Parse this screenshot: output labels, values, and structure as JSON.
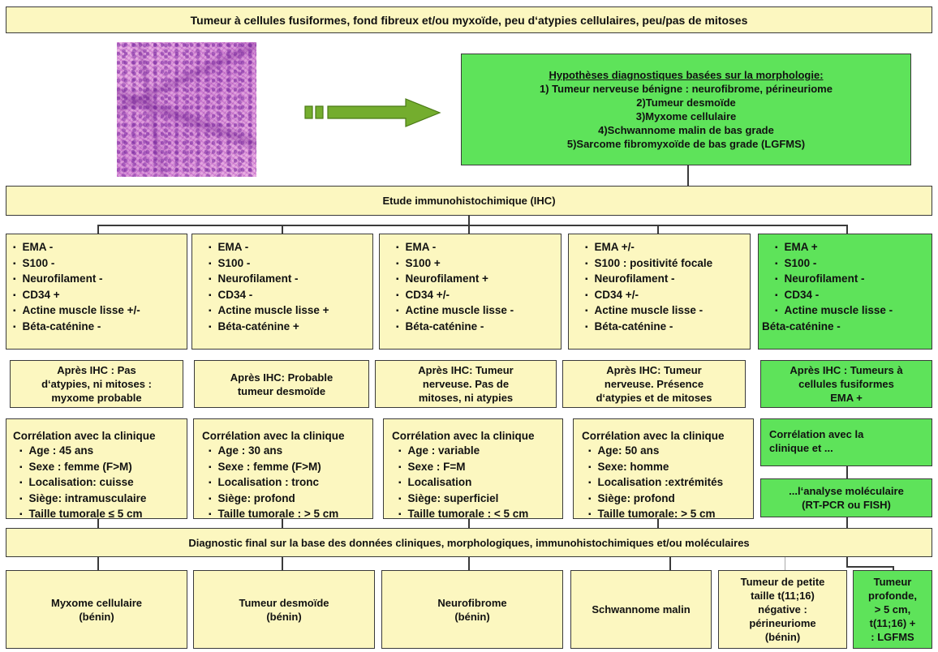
{
  "header": "Tumeur à cellules fusiformes, fond fibreux et/ou myxoïde, peu d‘atypies cellulaires, peu/pas de mitoses",
  "image": {
    "icon": "histology-micrograph-image"
  },
  "arrow": {
    "icon": "right-arrow-icon",
    "color": "#6fa82c"
  },
  "hypotheses": {
    "title": "Hypothèses diagnostiques basées sur la morphologie:",
    "items": [
      "1) Tumeur nerveuse bénigne : neurofibrome, périneuriome",
      "2)Tumeur desmoïde",
      "3)Myxome cellulaire",
      "4)Schwannome malin de bas grade",
      "5)Sarcome fibromyxoïde de bas grade (LGFMS)"
    ]
  },
  "ihc_title": "Etude immunohistochimique (IHC)",
  "markers": [
    [
      "EMA -",
      "S100 -",
      "Neurofilament -",
      "CD34 +",
      "Actine muscle lisse +/-",
      "Béta-caténine -"
    ],
    [
      "EMA -",
      "S100 -",
      "Neurofilament -",
      "CD34 -",
      "Actine muscle lisse +",
      "Béta-caténine +"
    ],
    [
      "EMA -",
      "S100 +",
      "Neurofilament +",
      "CD34 +/-",
      "Actine muscle lisse -",
      "Béta-caténine -"
    ],
    [
      "EMA +/-",
      "S100 : positivité focale",
      "Neurofilament -",
      "CD34 +/-",
      "Actine muscle lisse -",
      "Béta-caténine -"
    ],
    [
      "EMA +",
      "S100 -",
      "Neurofilament -",
      "CD34 -",
      "Actine muscle lisse -",
      "Béta-caténine -"
    ]
  ],
  "after_ihc": [
    [
      "Après IHC : Pas",
      "d‘atypies, ni mitoses :",
      "myxome probable"
    ],
    [
      "Après IHC: Probable",
      "tumeur desmoïde"
    ],
    [
      "Après IHC: Tumeur",
      "nerveuse. Pas de",
      "mitoses, ni atypies"
    ],
    [
      "Après IHC: Tumeur",
      "nerveuse. Présence",
      "d‘atypies et de mitoses"
    ],
    [
      "Après IHC : Tumeurs à",
      "cellules fusiformes",
      "EMA +"
    ]
  ],
  "clinic": [
    {
      "title": "Corrélation avec la clinique",
      "items": [
        "Age : 45 ans",
        "Sexe : femme (F>M)",
        "Localisation: cuisse",
        "Siège: intramusculaire",
        "Taille tumorale ≤ 5 cm"
      ]
    },
    {
      "title": "Corrélation avec la clinique",
      "items": [
        "Age : 30 ans",
        "Sexe : femme (F>M)",
        "Localisation : tronc",
        "Siège: profond",
        "Taille tumorale : > 5 cm"
      ]
    },
    {
      "title": "Corrélation avec la clinique",
      "items": [
        "Age : variable",
        "Sexe : F=M",
        "Localisation",
        "Siège: superficiel",
        "Taille tumorale : < 5 cm"
      ]
    },
    {
      "title": "Corrélation avec la clinique",
      "items": [
        "Age: 50 ans",
        "Sexe: homme",
        "Localisation :extrémités",
        "Siège: profond",
        "Taille tumorale: > 5 cm"
      ]
    }
  ],
  "clinic5": [
    "Corrélation avec la",
    "clinique et ..."
  ],
  "molecular": [
    "...l‘analyse moléculaire",
    "(RT-PCR ou FISH)"
  ],
  "final_title": "Diagnostic final sur la base des données cliniques, morphologiques, immunohistochimiques et/ou moléculaires",
  "finals": [
    [
      "Myxome cellulaire",
      "(bénin)"
    ],
    [
      "Tumeur desmoïde",
      "(bénin)"
    ],
    [
      "Neurofibrome",
      "(bénin)"
    ],
    [
      "Schwannome malin"
    ],
    [
      "Tumeur de petite",
      "taille t(11;16)",
      "négative :",
      "périneuriome",
      "(bénin)"
    ],
    [
      "Tumeur",
      "profonde,",
      "> 5 cm,",
      "t(11;16) +",
      ": LGFMS"
    ]
  ],
  "colors": {
    "yellow": "#fcf7c0",
    "green": "#5ee35a",
    "border": "#3a3a3a"
  }
}
